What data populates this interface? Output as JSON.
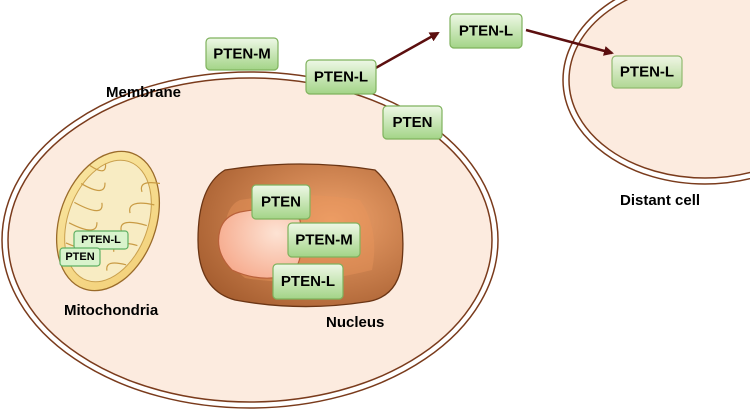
{
  "colors": {
    "background": "#ffffff",
    "cell_fill": "#fcebdf",
    "cell_stroke": "#7a3b1c",
    "mito_outer": "#f6e3a0",
    "mito_inner": "#f7edc9",
    "mito_stroke": "#9a6b2a",
    "nucleus_outer": "#d98a55",
    "nucleus_dark": "#8a4a22",
    "nucleolus": "#fbc6aa",
    "box_fill_top": "#e6f4d9",
    "box_fill_bottom": "#a6d68a",
    "box_stroke": "#7fb25d",
    "arrow": "#5c0f0f"
  },
  "labels": {
    "membrane": "Membrane",
    "mitochondria": "Mitochondria",
    "nucleus": "Nucleus",
    "distant_cell": "Distant cell"
  },
  "proteins": {
    "membrane_pten_m": "PTEN-M",
    "membrane_pten_l": "PTEN-L",
    "cytoplasm_pten": "PTEN",
    "secreted_pten_l": "PTEN-L",
    "distant_pten_l": "PTEN-L",
    "nucleus_pten": "PTEN",
    "nucleus_pten_m": "PTEN-M",
    "nucleus_pten_l": "PTEN-L",
    "mito_pten_l": "PTEN-L",
    "mito_pten": "PTEN"
  }
}
